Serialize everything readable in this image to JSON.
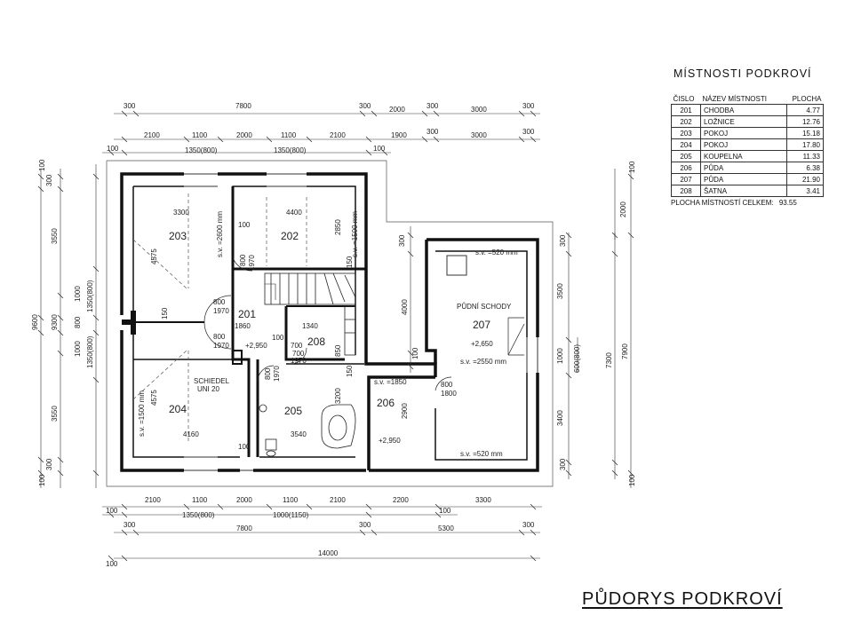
{
  "title": "PŮDORYS  PODKROVÍ",
  "legend": {
    "title": "MÍSTNOSTI  PODKROVÍ",
    "headers": {
      "num": "ČISLO",
      "name": "NÁZEV MÍSTNOSTI",
      "area": "PLOCHA"
    },
    "rooms": [
      {
        "num": "201",
        "name": "CHODBA",
        "area": "4.77"
      },
      {
        "num": "202",
        "name": "LOŽNICE",
        "area": "12.76"
      },
      {
        "num": "203",
        "name": "POKOJ",
        "area": "15.18"
      },
      {
        "num": "204",
        "name": "POKOJ",
        "area": "17.80"
      },
      {
        "num": "205",
        "name": "KOUPELNA",
        "area": "11.33"
      },
      {
        "num": "206",
        "name": "PŮDA",
        "area": "6.38"
      },
      {
        "num": "207",
        "name": "PŮDA",
        "area": "21.90"
      },
      {
        "num": "208",
        "name": "ŠATNA",
        "area": "3.41"
      }
    ],
    "total_label": "PLOCHA MÍSTNOSTÍ CELKEM:",
    "total_value": "93.55"
  },
  "rooms_on_plan": {
    "r201": "201",
    "r202": "202",
    "r203": "203",
    "r204": "204",
    "r205": "205",
    "r206": "206",
    "r207": "207",
    "r208": "208"
  },
  "plan_labels": {
    "d3300": "3300",
    "d4400": "4400",
    "d4575a": "4575",
    "d4575b": "4575",
    "d4160": "4160",
    "d3540": "3540",
    "d1860": "1860",
    "d1340": "1340",
    "d2850": "2850",
    "d3200": "3200",
    "d2900": "2900",
    "d700": "700",
    "d850": "850",
    "d150a": "150",
    "d150b": "150",
    "d150c": "150",
    "d100a": "100",
    "d100b": "100",
    "d100c": "100",
    "sv2600": "s.v. =2600 mm",
    "sv1500a": "s.v. =1500 mm",
    "sv1500b": "s.v. =1500 mm",
    "sv520a": "s.v. =520 mm",
    "sv520b": "s.v. =520 mm",
    "sv1850": "s.v. =1850",
    "sv2550": "s.v. =2550 mm",
    "lvl2950a": "+2,950",
    "lvl2950b": "+2,950",
    "lvl2650": "+2,650",
    "door800a": "800",
    "door1970a": "1970",
    "door800b": "800",
    "door1970b": "1970",
    "door800c": "800",
    "door1970c": "1970",
    "door800d": "800",
    "door1970d": "1970",
    "door700": "700",
    "door1970e": "1970",
    "door800e": "800",
    "door1800": "1800",
    "schiedel1": "SCHIEDEL",
    "schiedel2": "UNI 20",
    "stairs": "PŮDNÍ  SCHODY"
  },
  "dims": {
    "top1": [
      "300",
      "7800",
      "300",
      "2000",
      "300",
      "3000",
      "300"
    ],
    "top2": [
      "2100",
      "1100",
      "2000",
      "1100",
      "2100",
      "1900",
      "300",
      "3000",
      "300"
    ],
    "top3": [
      "100",
      "1350(800)",
      "1350(800)",
      "100"
    ],
    "bot1": [
      "2100",
      "1100",
      "2000",
      "1100",
      "2100",
      "2200",
      "3300"
    ],
    "bot2": [
      "100",
      "1350(800)",
      "1000(1150)",
      "100"
    ],
    "bot3": [
      "300",
      "7800",
      "300",
      "5300",
      "300"
    ],
    "bot4": [
      "14000",
      "100"
    ],
    "left1": [
      "100",
      "300",
      "3550",
      "1000",
      "800",
      "1000",
      "3550",
      "300",
      "100"
    ],
    "left2": [
      "9600",
      "9300"
    ],
    "left3": [
      "1350(800)",
      "1350(800)"
    ],
    "right1": [
      "300",
      "4000",
      "100"
    ],
    "right2": [
      "300",
      "3500",
      "1000",
      "3400",
      "300"
    ],
    "right3": [
      "600(800)"
    ],
    "right4": [
      "2000",
      "7300",
      "7900",
      "100",
      "100"
    ]
  }
}
